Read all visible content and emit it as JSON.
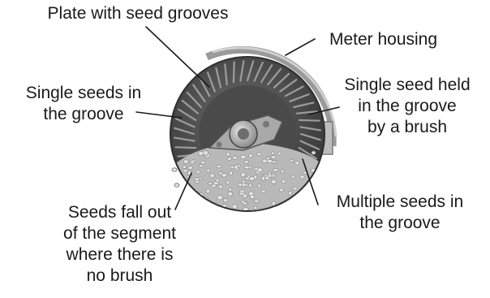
{
  "labels": {
    "plate": "Plate with seed grooves",
    "housing": "Meter housing",
    "single_seeds": "Single seeds in\nthe groove",
    "single_held": "Single seed held\nin the groove\nby a brush",
    "multiple": "Multiple seeds in\nthe groove",
    "fall_out": "Seeds fall out\nof the segment\nwhere there is\nno brush"
  },
  "colors": {
    "text": "#1a1a1a",
    "leader": "#1a1a1a",
    "housing_rim": "#8a8a8a",
    "plate": "#565656",
    "hub": "#bdbdbd",
    "seeds": "#d8d8d8"
  }
}
